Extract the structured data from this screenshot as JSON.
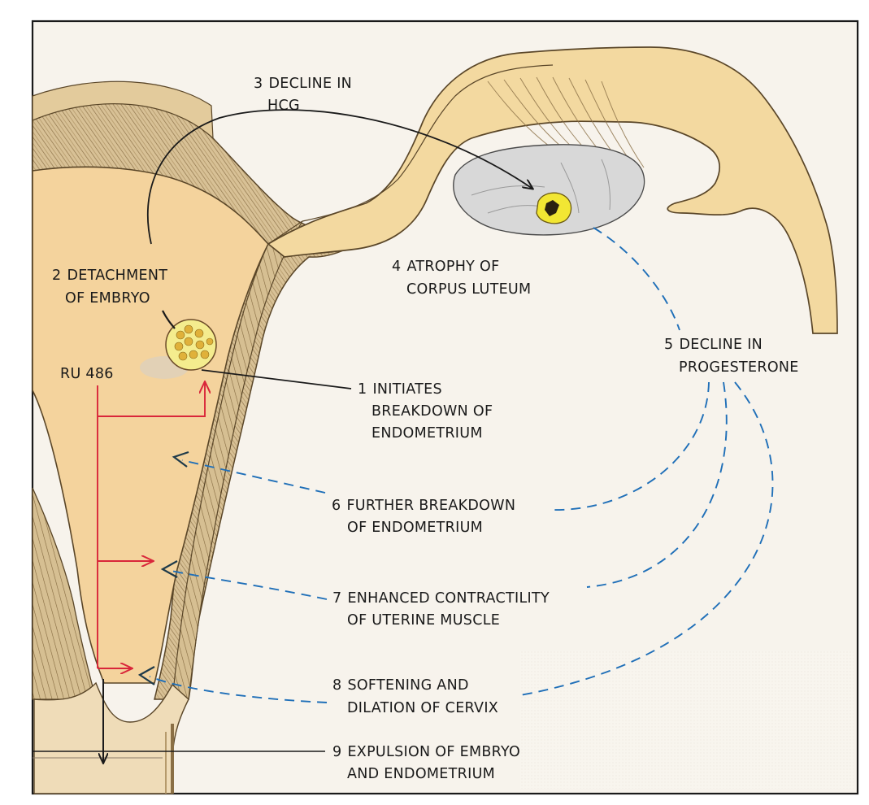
{
  "colors": {
    "paper": "#f7f3ec",
    "uterus_cavity": "#f5d39a",
    "tissue_light": "#efdcb4",
    "muscle": "#d9c39a",
    "ovary": "#d6d6d6",
    "corpus_luteum": "#f2e633",
    "ru486_arrow": "#d9263a",
    "progesterone_arrow": "#1f6fb8",
    "ink": "#1a1a1a"
  },
  "labels": {
    "ru486": "RU 486",
    "step1": {
      "number": "1",
      "line1": "INITIATES",
      "line2": "BREAKDOWN OF",
      "line3": "ENDOMETRIUM"
    },
    "step2": {
      "number": "2",
      "line1": "DETACHMENT",
      "line2": "OF EMBRYO"
    },
    "step3": {
      "number": "3",
      "line1": "DECLINE IN",
      "line2": "HCG"
    },
    "step4": {
      "number": "4",
      "line1": "ATROPHY OF",
      "line2": "CORPUS LUTEUM"
    },
    "step5": {
      "number": "5",
      "line1": "DECLINE IN",
      "line2": "PROGESTERONE"
    },
    "step6": {
      "number": "6",
      "line1": "FURTHER BREAKDOWN",
      "line2": "OF ENDOMETRIUM"
    },
    "step7": {
      "number": "7",
      "line1": "ENHANCED CONTRACTILITY",
      "line2": "OF UTERINE MUSCLE"
    },
    "step8": {
      "number": "8",
      "line1": "SOFTENING AND",
      "line2": "DILATION OF CERVIX"
    },
    "step9": {
      "number": "9",
      "line1": "EXPULSION OF EMBRYO",
      "line2": "AND ENDOMETRIUM"
    }
  }
}
